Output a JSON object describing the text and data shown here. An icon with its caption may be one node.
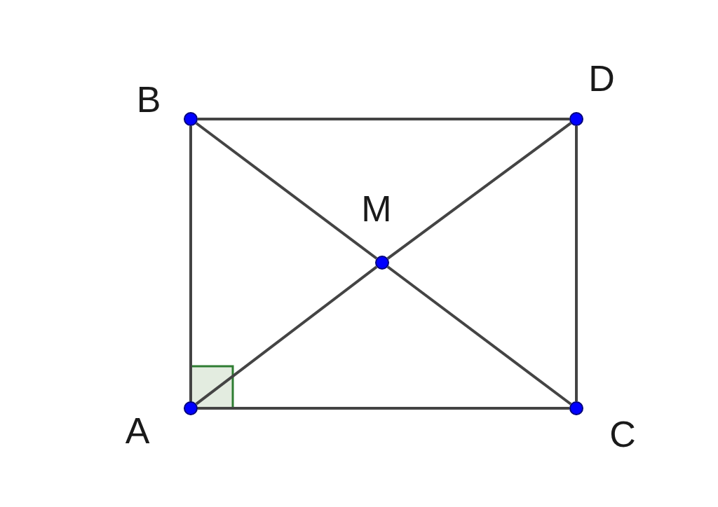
{
  "diagram": {
    "nodes": [
      {
        "text": [],
        "shape": "circle",
        "beside": [
          "B"
        ]
      },
      {
        "text": [],
        "shape": "circle",
        "beside": [
          "D"
        ]
      },
      {
        "text": [],
        "shape": "circle",
        "beside": [
          "M"
        ]
      },
      {
        "text": [],
        "shape": "circle",
        "beside": [
          "A"
        ]
      },
      {
        "text": [],
        "shape": "circle",
        "beside": [
          "C"
        ]
      }
    ],
    "edges": [
      {
        "from": 0,
        "to": 1,
        "arrow": "none"
      },
      {
        "from": 1,
        "to": 4,
        "arrow": "none"
      },
      {
        "from": 4,
        "to": 3,
        "arrow": "none"
      },
      {
        "from": 3,
        "to": 0,
        "arrow": "none"
      },
      {
        "from": 0,
        "to": 2,
        "arrow": "none"
      },
      {
        "from": 2,
        "to": 4,
        "arrow": "none"
      },
      {
        "from": 3,
        "to": 2,
        "arrow": "none"
      },
      {
        "from": 2,
        "to": 1,
        "arrow": "none"
      }
    ]
  }
}
